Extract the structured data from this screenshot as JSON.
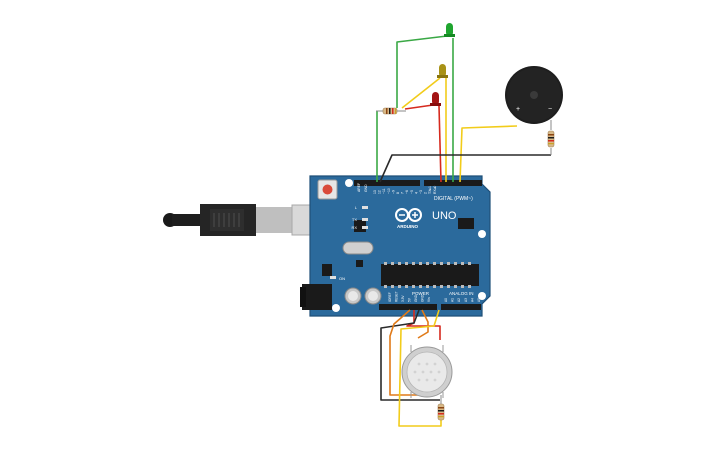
{
  "board": {
    "digital_header": "DIGITAL (PWM~)",
    "model": "UNO",
    "brand": "ARDUINO",
    "analog_header": "ANALOG IN",
    "power_header": "POWER",
    "aref": "AREF",
    "gnd": "GND",
    "pin_labels_top": [
      "13",
      "12",
      "~11",
      "~10",
      "~9",
      "8",
      "7",
      "~6",
      "~5",
      "4",
      "~3",
      "2",
      "TX▸1",
      "RX◂0"
    ],
    "pin_labels_power": [
      "IOREF",
      "RESET",
      "3.3V",
      "5V",
      "GND",
      "GND",
      "Vin"
    ],
    "pin_labels_analog": [
      "A0",
      "A1",
      "A2",
      "A3",
      "A4",
      "A5"
    ],
    "led_labels": [
      "L",
      "TX",
      "RX"
    ],
    "on_label": "ON"
  },
  "buzzer": {
    "plus": "+",
    "minus": "−"
  },
  "colors": {
    "board": "#2b6a9c",
    "board_dark": "#1f4f78",
    "wire_red": "#d62a1e",
    "wire_yellow": "#f2cc1a",
    "wire_green": "#3aa845",
    "wire_black": "#2a2a2a",
    "wire_orange": "#e07a18",
    "led_green": "#1fa52f",
    "led_yellow": "#a89216",
    "led_red": "#a31414"
  }
}
